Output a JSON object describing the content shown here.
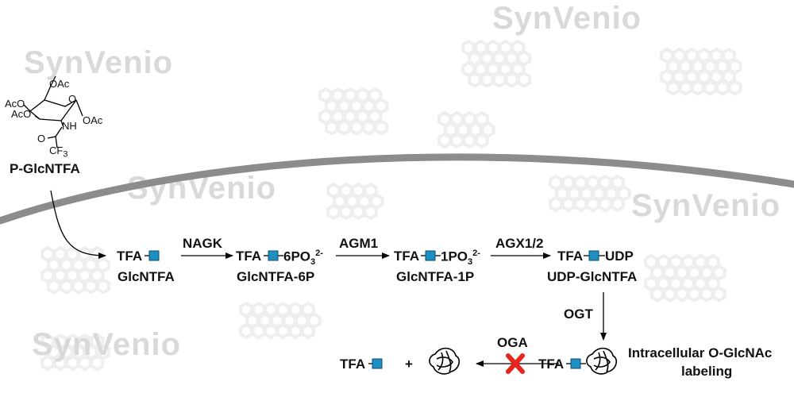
{
  "watermark": "SynVenio",
  "starting_compound": {
    "name": "P-GlcNTFA",
    "substituents": {
      "oac_top": "OAc",
      "aco_left": "AcO",
      "aco_left2": "AcO",
      "oac_right": "OAc",
      "nh": "NH",
      "o": "O",
      "cf3": "CF"
    }
  },
  "pathway": {
    "step1": {
      "tfa": "TFA",
      "label": "GlcNTFA"
    },
    "enzyme1": "NAGK",
    "step2": {
      "tfa": "TFA",
      "phosphate_main": "6PO",
      "sub": "3",
      "sup": "2-",
      "label": "GlcNTFA-6P"
    },
    "enzyme2": "AGM1",
    "step3": {
      "tfa": "TFA",
      "phosphate_main": "1PO",
      "sub": "3",
      "sup": "2-",
      "label": "GlcNTFA-1P"
    },
    "enzyme3": "AGX1/2",
    "step4": {
      "tfa": "TFA",
      "suffix": "UDP",
      "label": "UDP-GlcNTFA"
    },
    "enzyme4": "OGT",
    "enzyme5": "OGA",
    "product_tfa": "TFA",
    "result_tfa": "TFA",
    "plus": "+",
    "labeling_line1": "Intracellular O-GlcNAc",
    "labeling_line2": "labeling"
  },
  "colors": {
    "sugar_square": "#1f8fc0",
    "membrane": "#8c8c8c",
    "block_x": "#e8251b",
    "hex_pattern": "#eeeeee"
  }
}
